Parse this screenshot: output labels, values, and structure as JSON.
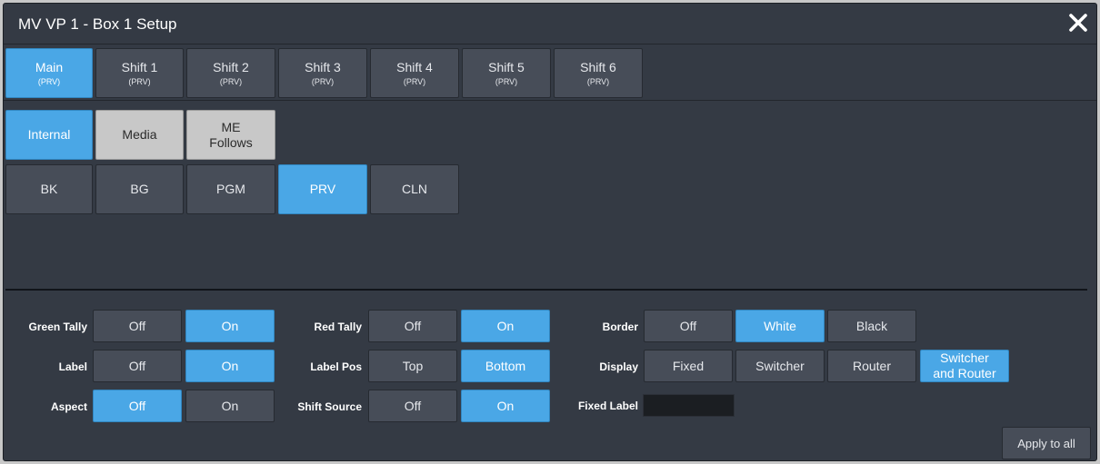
{
  "title": "MV VP 1 - Box 1 Setup",
  "colors": {
    "accent": "#4aa7e6",
    "button": "#474d58",
    "panel": "#343a44",
    "light_button": "#c8c8c8"
  },
  "tabs": [
    {
      "label": "Main",
      "sub": "(PRV)",
      "active": true
    },
    {
      "label": "Shift 1",
      "sub": "(PRV)"
    },
    {
      "label": "Shift 2",
      "sub": "(PRV)"
    },
    {
      "label": "Shift 3",
      "sub": "(PRV)"
    },
    {
      "label": "Shift 4",
      "sub": "(PRV)"
    },
    {
      "label": "Shift 5",
      "sub": "(PRV)"
    },
    {
      "label": "Shift 6",
      "sub": "(PRV)"
    }
  ],
  "sources": [
    {
      "label": "Internal",
      "active": true
    },
    {
      "label": "Media"
    },
    {
      "label_line1": "ME",
      "label_line2": "Follows"
    }
  ],
  "buses": [
    {
      "label": "BK"
    },
    {
      "label": "BG"
    },
    {
      "label": "PGM"
    },
    {
      "label": "PRV",
      "active": true
    },
    {
      "label": "CLN"
    }
  ],
  "settings": {
    "green_tally": {
      "label": "Green Tally",
      "off": "Off",
      "on": "On",
      "selected": "On"
    },
    "label": {
      "label": "Label",
      "off": "Off",
      "on": "On",
      "selected": "On"
    },
    "aspect": {
      "label": "Aspect",
      "off": "Off",
      "on": "On",
      "selected": "Off"
    },
    "red_tally": {
      "label": "Red Tally",
      "off": "Off",
      "on": "On",
      "selected": "On"
    },
    "label_pos": {
      "label": "Label Pos",
      "top": "Top",
      "bottom": "Bottom",
      "selected": "Bottom"
    },
    "shift_source": {
      "label": "Shift Source",
      "off": "Off",
      "on": "On",
      "selected": "On"
    },
    "border": {
      "label": "Border",
      "off": "Off",
      "white": "White",
      "black": "Black",
      "selected": "White"
    },
    "display": {
      "label": "Display",
      "fixed": "Fixed",
      "switcher": "Switcher",
      "router": "Router",
      "switcher_router_line1": "Switcher",
      "switcher_router_line2": "and Router",
      "selected": "Switcher and Router"
    },
    "fixed_label": {
      "label": "Fixed Label",
      "value": ""
    }
  },
  "apply_label": "Apply to all"
}
